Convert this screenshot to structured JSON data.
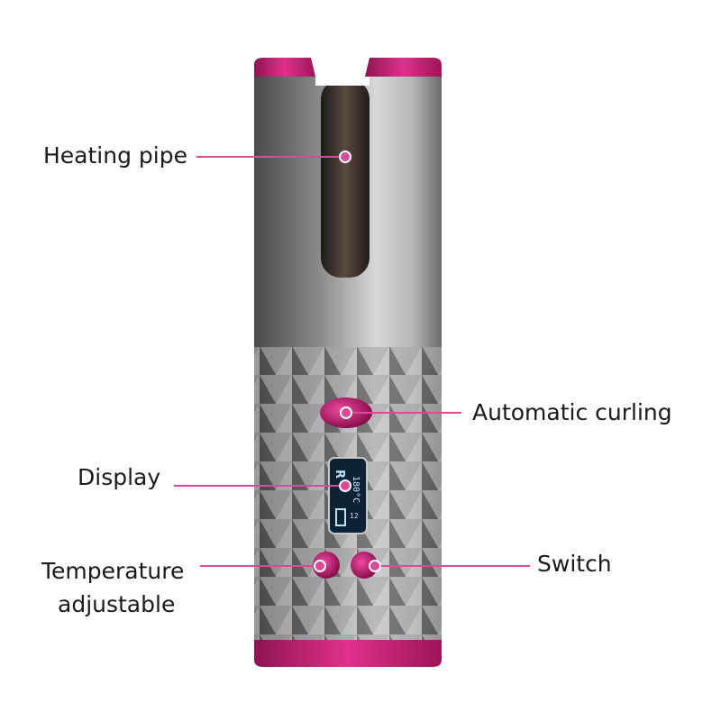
{
  "colors": {
    "accent": "#d4237f",
    "leader_line": "#d94a9a",
    "body_silver": "#8c8c8e"
  },
  "callouts": {
    "heating_pipe": "Heating pipe",
    "automatic_curling": "Automatic curling",
    "display": "Display",
    "temperature_line1": "Temperature",
    "temperature_line2": "adjustable",
    "switch": "Switch"
  },
  "device_display": {
    "mode": "R",
    "temperature": "180°C",
    "indicator": "12"
  }
}
